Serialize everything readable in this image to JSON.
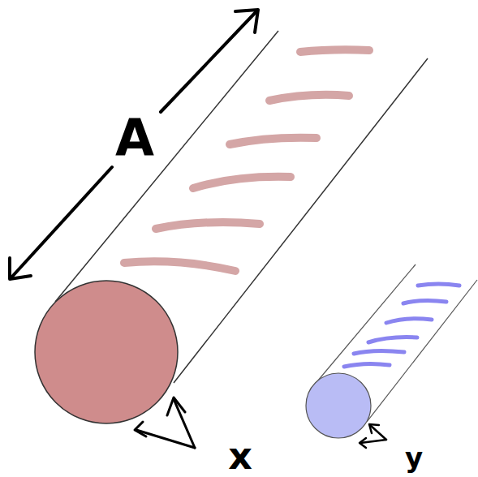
{
  "diagram": {
    "labels": [
      "A",
      "x",
      "y"
    ]
  }
}
